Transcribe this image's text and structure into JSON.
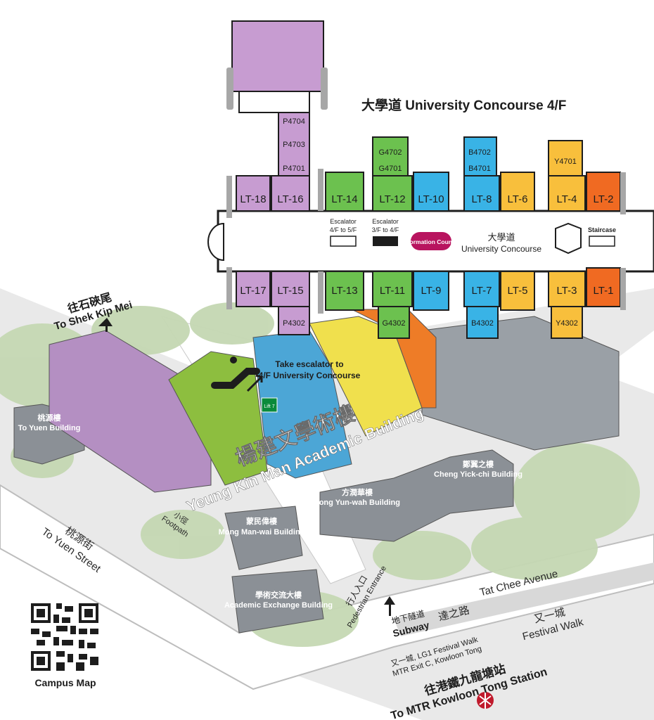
{
  "title": "大學道 University Concourse 4/F",
  "concourse_label": {
    "zh": "大學道",
    "en": "University Concourse"
  },
  "info_counter": "Information Counter",
  "lecture_theatres": [
    "LT-18",
    "LT-16",
    "LT-14",
    "LT-12",
    "LT-10",
    "LT-8",
    "LT-6",
    "LT-4",
    "LT-2",
    "LT-17",
    "LT-15",
    "LT-13",
    "LT-11",
    "LT-9",
    "LT-7",
    "LT-5",
    "LT-3",
    "LT-1"
  ],
  "rooms": [
    "P4704",
    "P4703",
    "P4701",
    "P4302",
    "G4702",
    "G4701",
    "G4302",
    "B4702",
    "B4701",
    "B4302",
    "Y4701",
    "Y4302"
  ],
  "facilities": {
    "escalator_a": [
      "Escalator",
      "4/F to 5/F"
    ],
    "escalator_b": [
      "Escalator",
      "3/F to 4/F"
    ],
    "staircase": "Staircase",
    "lift": "Lift 7"
  },
  "escalator_note": [
    "Take escalator to",
    "4/F University Concourse"
  ],
  "main_building": {
    "zh": "楊建文學術樓",
    "en": "Yeung Kin Man Academic Building"
  },
  "buildings": [
    {
      "zh": "桃源樓",
      "en": "To Yuen Building"
    },
    {
      "zh": "蒙民偉樓",
      "en": "Mong Man-wai Building"
    },
    {
      "zh": "方潤華樓",
      "en": "Fong Yun-wah Building"
    },
    {
      "zh": "鄭翼之樓",
      "en": "Cheng Yick-chi Building"
    },
    {
      "zh": "學術交流大樓",
      "en": "Academic Exchange Building"
    }
  ],
  "directions": {
    "shek_kip_mei": {
      "zh": "往石硤尾",
      "en": "To Shek Kip Mei"
    },
    "to_yuen_street": {
      "zh": "桃源街",
      "en": "To Yuen Street"
    },
    "footpath": {
      "zh": "小徑",
      "en": "Footpath"
    },
    "tat_chee": {
      "zh": "達之路",
      "en": "Tat Chee Avenue"
    },
    "festival_walk": {
      "zh": "又一城",
      "en": "Festival Walk"
    },
    "entrance": {
      "zh": "行人入口",
      "en": "Pedestrian Entrance"
    },
    "subway": {
      "zh": "地下隧道",
      "en": "Subway"
    },
    "festival_walk_exit": {
      "zh": "又一城, LG1 Festival Walk",
      "en": "MTR Exit C, Kowloon Tong"
    },
    "mtr": {
      "zh": "往港鐵九龍塘站",
      "en": "To MTR Kowloon Tong Station"
    }
  },
  "qr_label": "Campus Map",
  "colors": {
    "purple": "#c79cd1",
    "green": "#6cc14f",
    "blue": "#39b3e6",
    "yellow": "#f8bf3c",
    "orange": "#f06a22",
    "magenta": "#b8145f",
    "wall": "#1d1d1d",
    "frame": "#a7a7a7",
    "corridor": "#ffffff",
    "building": "#8b9096",
    "tree": "#c5d8b3"
  }
}
